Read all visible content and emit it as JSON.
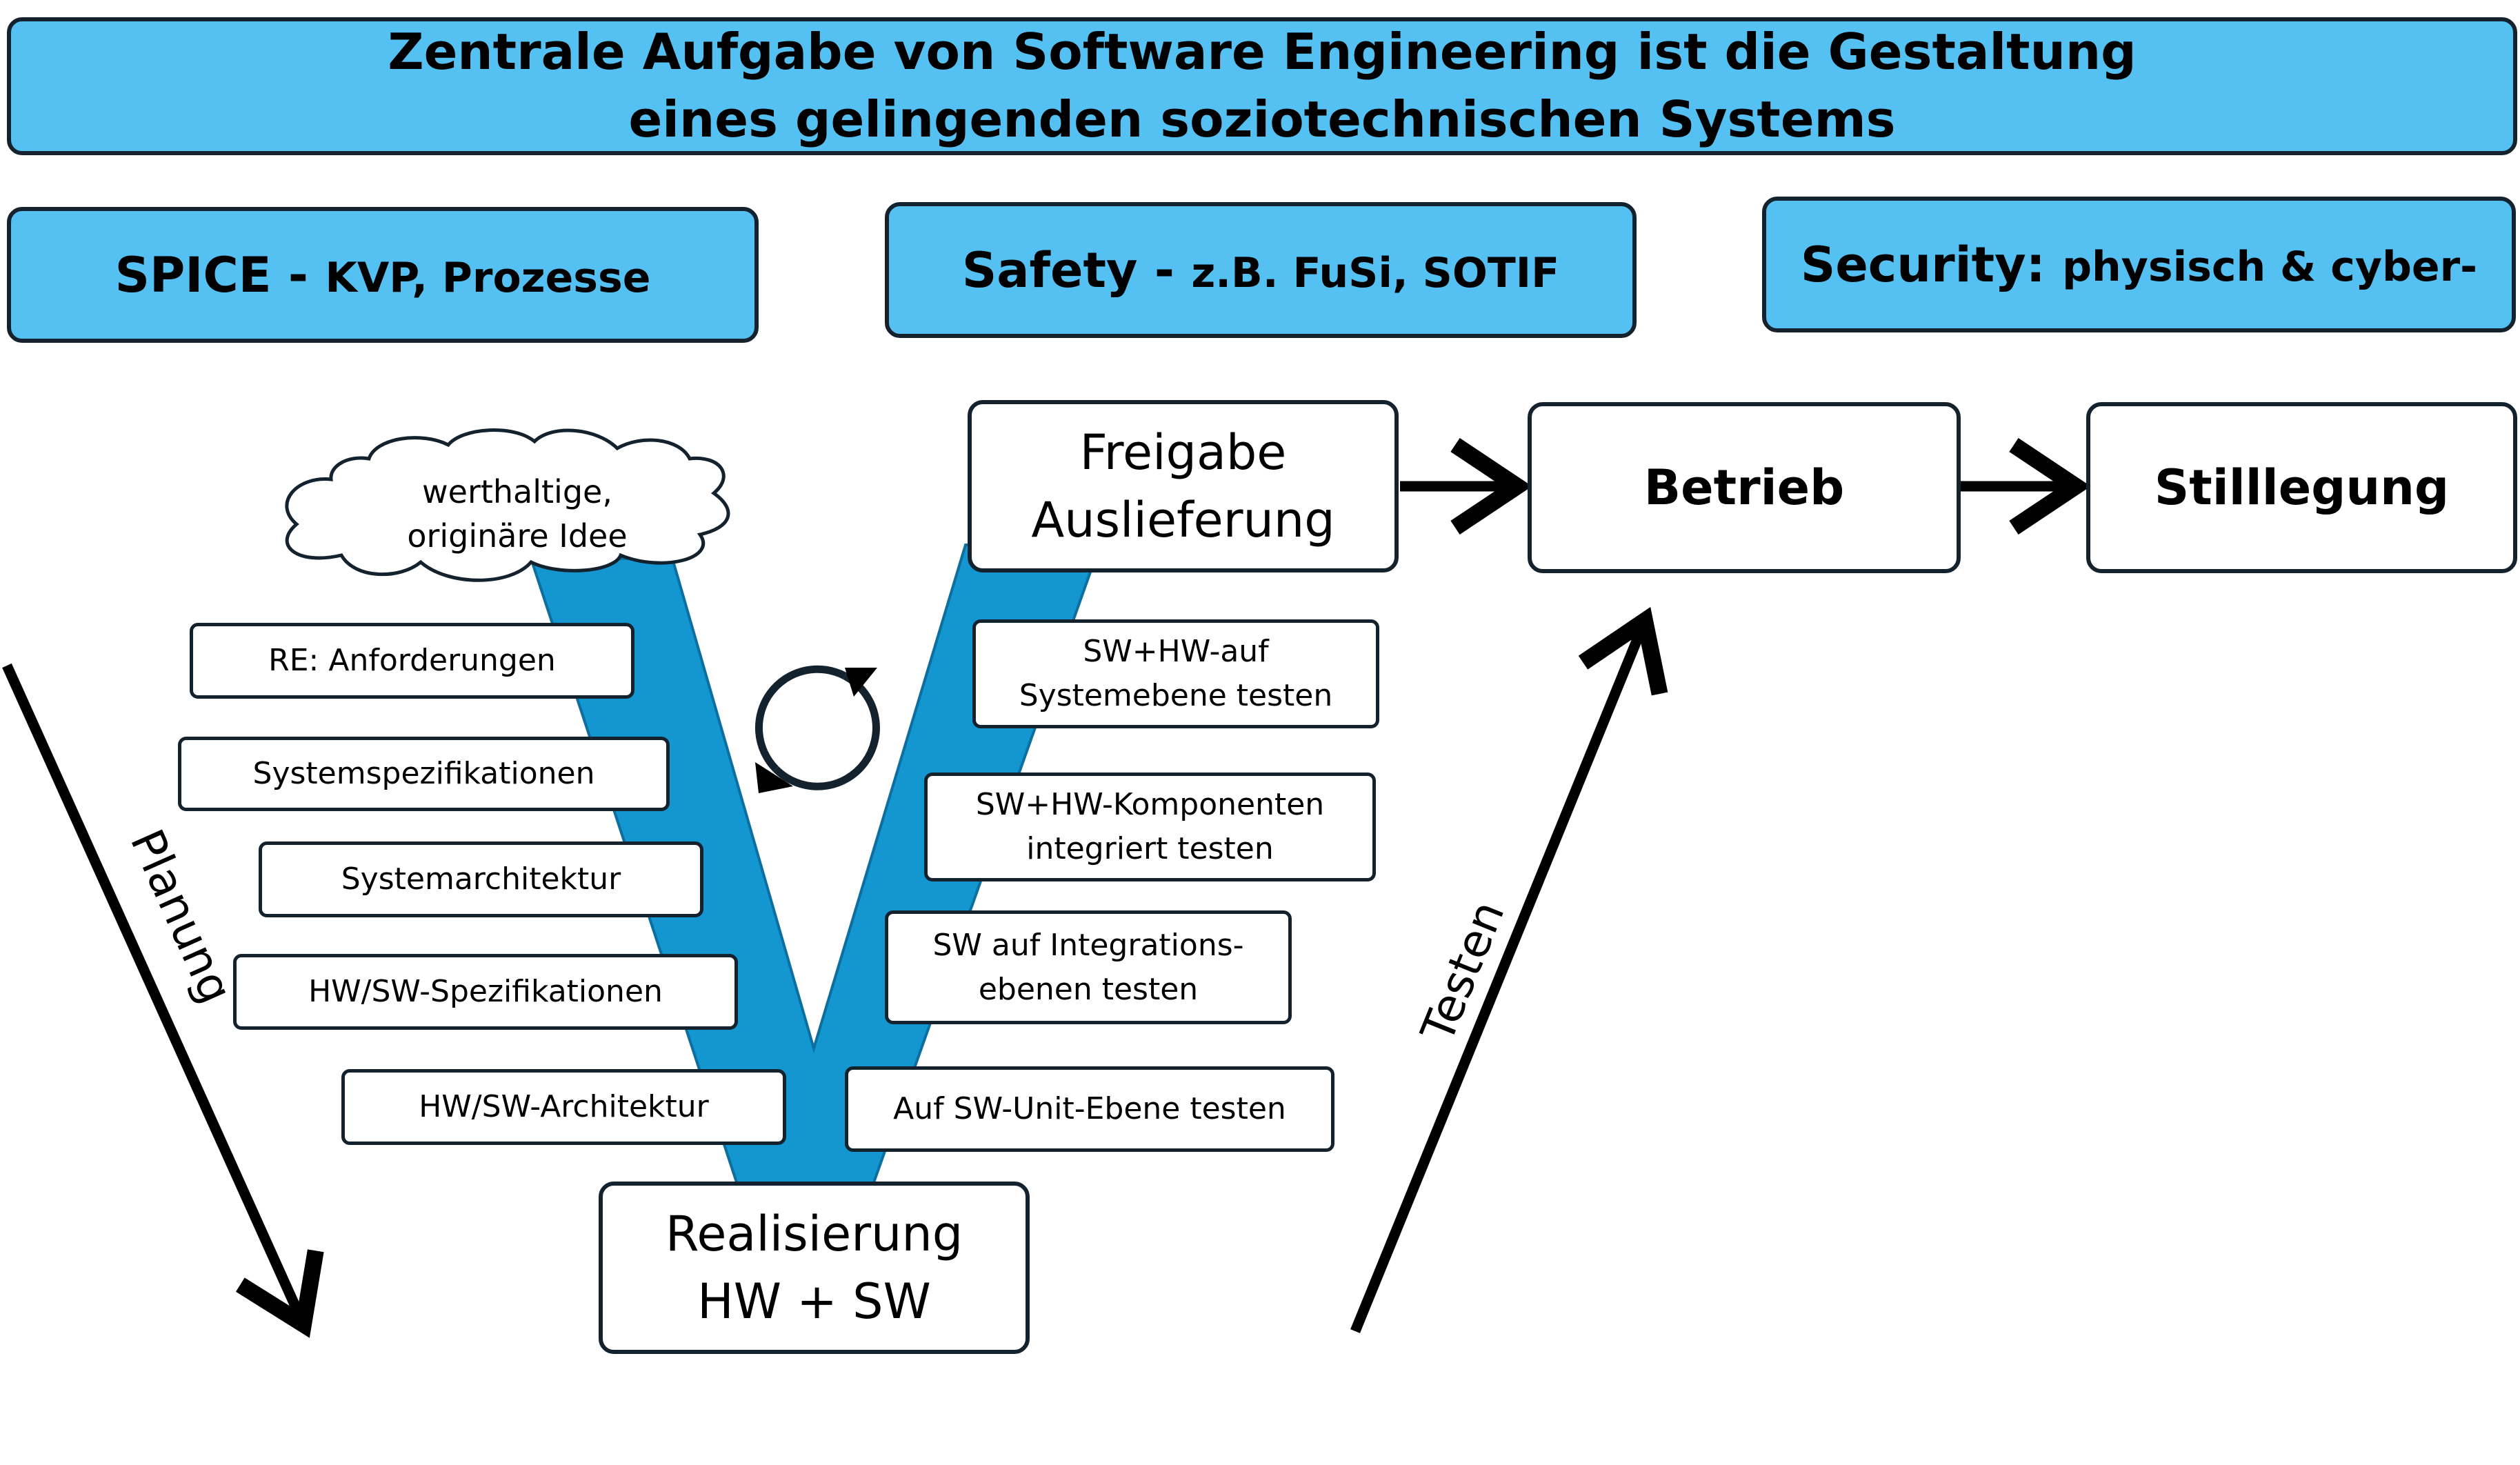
{
  "header": {
    "line1": "Zentrale Aufgabe von Software Engineering ist die Gestaltung",
    "line2": "eines gelingenden soziotechnischen Systems"
  },
  "pillars": {
    "spice": {
      "main": "SPICE - ",
      "sub": "KVP, Prozesse"
    },
    "safety": {
      "main": "Safety - ",
      "sub": "z.B. FuSi, SOTIF"
    },
    "security": {
      "main": "Security: ",
      "sub": "physisch & cyber-"
    }
  },
  "cloud": {
    "line1": "werthaltige,",
    "line2": "originäre Idee"
  },
  "release": {
    "line1": "Freigabe",
    "line2": "Auslieferung"
  },
  "operation": "Betrieb",
  "decommission": "Stilllegung",
  "realization": {
    "line1": "Realisierung",
    "line2": "HW + SW"
  },
  "left_steps": [
    "RE: Anforderungen",
    "Systemspezifikationen",
    "Systemarchitektur",
    "HW/SW-Spezifikationen",
    "HW/SW-Architektur"
  ],
  "right_steps": [
    {
      "line1": "SW+HW-auf",
      "line2": "Systemebene testen"
    },
    {
      "line1": "SW+HW-Komponenten",
      "line2": "integriert testen"
    },
    {
      "line1": "SW auf Integrations-",
      "line2": "ebenen testen"
    },
    {
      "line1": "Auf SW-Unit-Ebene testen",
      "line2": ""
    }
  ],
  "planning_label": "Planung",
  "testing_label": "Testen",
  "colors": {
    "accent": "#55c1f2",
    "v_shape": "#1496d0",
    "border": "#14222e"
  }
}
